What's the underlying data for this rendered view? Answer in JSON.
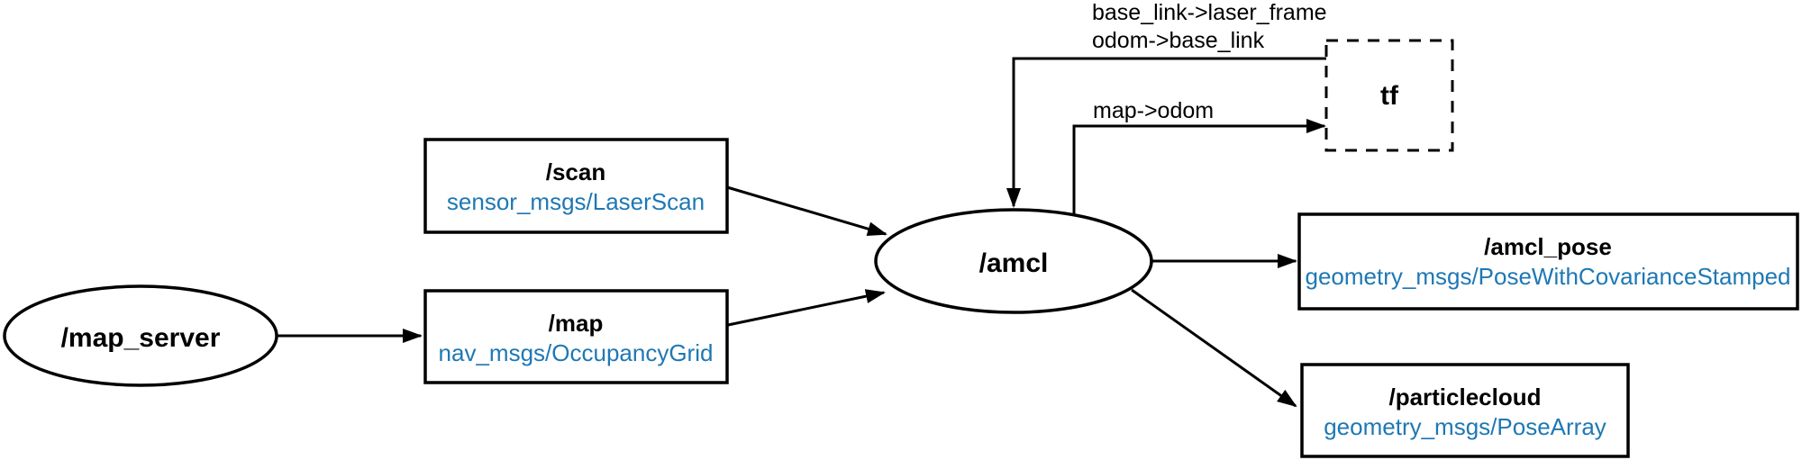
{
  "diagram": {
    "description": "ROS AMCL node graph",
    "colors": {
      "background": "#ffffff",
      "stroke": "#000000",
      "label_text": "#000000",
      "message_type_text": "#1e78b4"
    },
    "nodes": [
      {
        "id": "map_server",
        "label": "/map_server",
        "shape": "ellipse"
      },
      {
        "id": "amcl",
        "label": "/amcl",
        "shape": "ellipse"
      },
      {
        "id": "tf",
        "label": "tf",
        "shape": "dashed-rectangle"
      }
    ],
    "topics": [
      {
        "id": "scan",
        "name": "/scan",
        "type": "sensor_msgs/LaserScan"
      },
      {
        "id": "map",
        "name": "/map",
        "type": "nav_msgs/OccupancyGrid"
      },
      {
        "id": "amcl_pose",
        "name": "/amcl_pose",
        "type": "geometry_msgs/PoseWithCovarianceStamped"
      },
      {
        "id": "particlecloud",
        "name": "/particlecloud",
        "type": "geometry_msgs/PoseArray"
      }
    ],
    "edges": [
      {
        "from": "map_server",
        "to": "map",
        "labels": []
      },
      {
        "from": "scan",
        "to": "amcl",
        "labels": []
      },
      {
        "from": "map",
        "to": "amcl",
        "labels": []
      },
      {
        "from": "amcl",
        "to": "amcl_pose",
        "labels": []
      },
      {
        "from": "amcl",
        "to": "particlecloud",
        "labels": []
      },
      {
        "from": "tf",
        "to": "amcl",
        "labels": [
          "base_link->laser_frame",
          "odom->base_link"
        ]
      },
      {
        "from": "amcl",
        "to": "tf",
        "labels": [
          "map->odom"
        ]
      }
    ]
  }
}
